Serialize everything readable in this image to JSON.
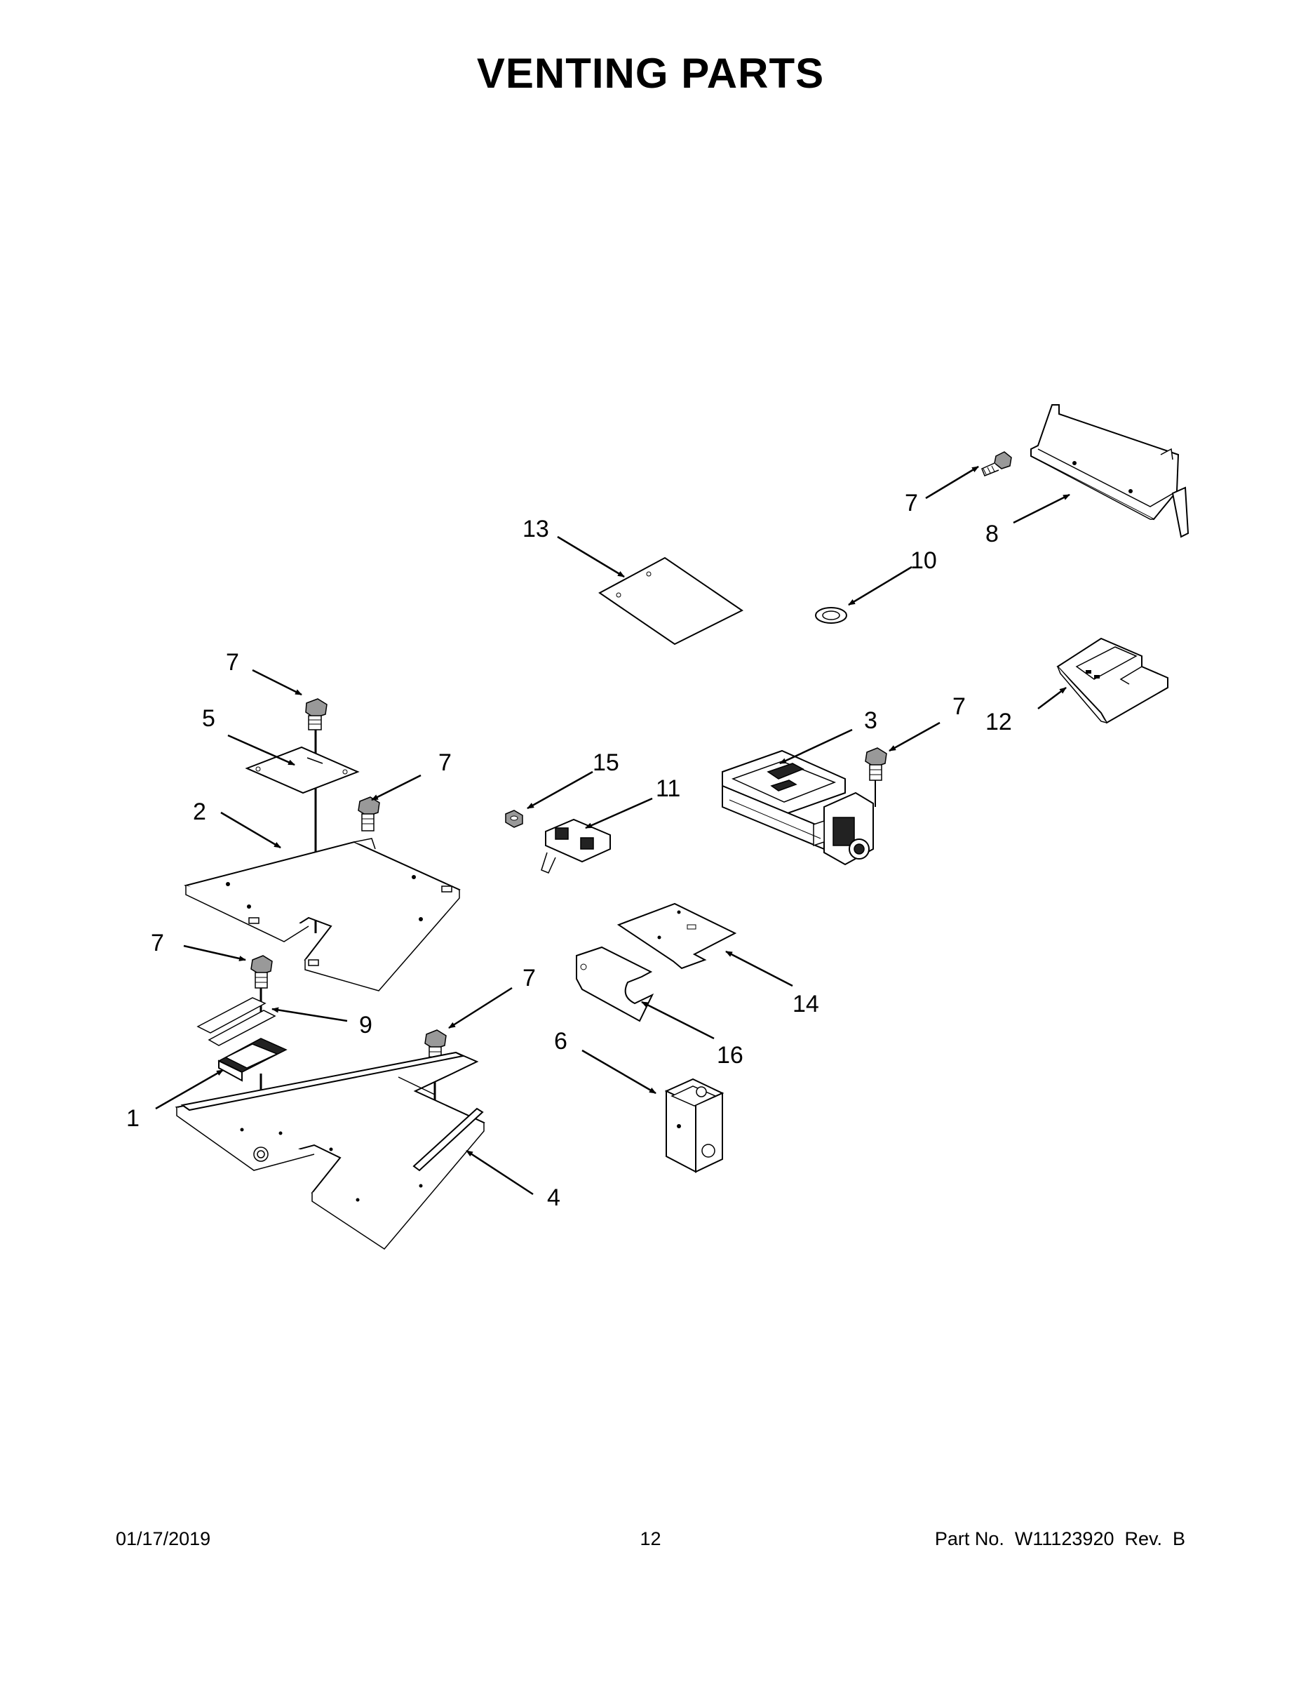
{
  "page_title": "VENTING PARTS",
  "callouts": {
    "c1": "1",
    "c2": "2",
    "c3": "3",
    "c4": "4",
    "c5": "5",
    "c6": "6",
    "c7a": "7",
    "c7b": "7",
    "c7c": "7",
    "c7d": "7",
    "c7e": "7",
    "c7f": "7",
    "c8": "8",
    "c9": "9",
    "c10": "10",
    "c11": "11",
    "c12": "12",
    "c13": "13",
    "c14": "14",
    "c15": "15",
    "c16": "16"
  },
  "footer": {
    "date": "01/17/2019",
    "page_number": "12",
    "part_number": "Part No.  W11123920  Rev.  B"
  }
}
